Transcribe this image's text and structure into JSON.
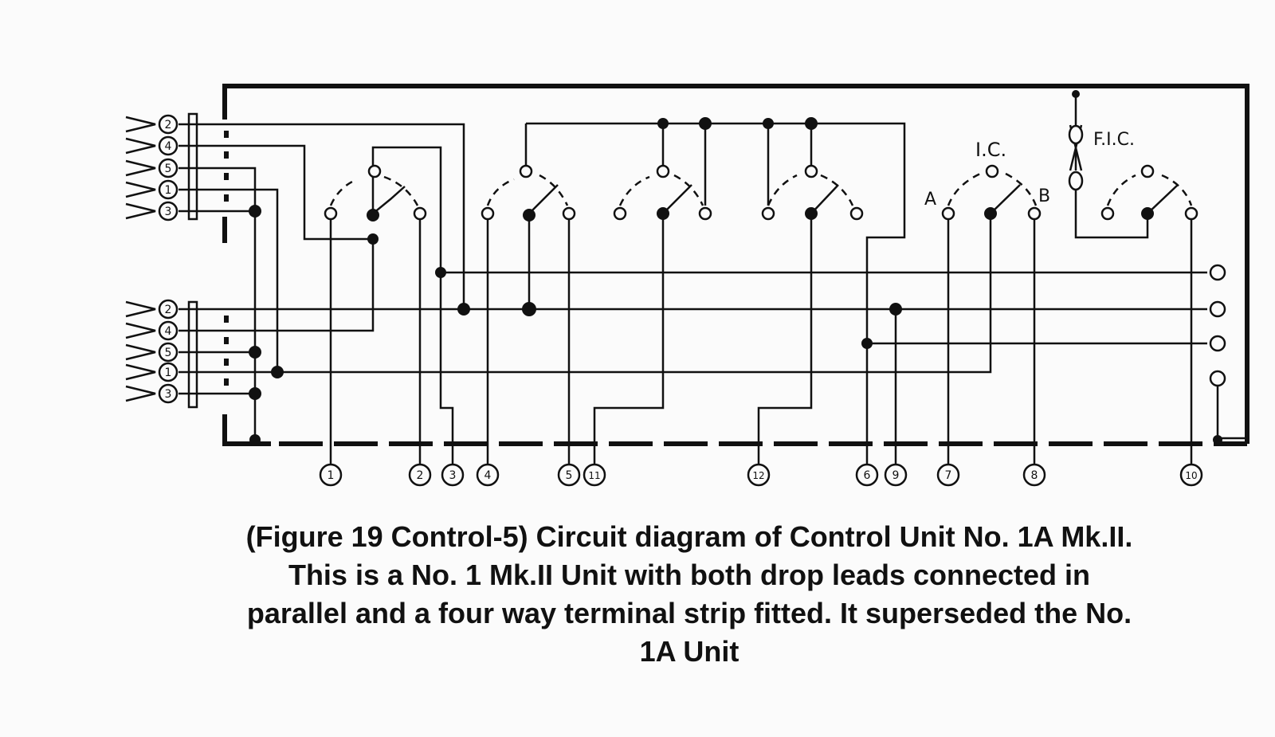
{
  "diagram": {
    "switch_labels": {
      "ic": "I.C.",
      "fic": "F.I.C.",
      "ic_a": "A",
      "ic_b": "B"
    },
    "lead_terminals_upper": [
      "2",
      "4",
      "5",
      "1",
      "3"
    ],
    "lead_terminals_lower": [
      "2",
      "4",
      "5",
      "1",
      "3"
    ],
    "bottom_terminals": [
      "1",
      "2",
      "3",
      "4",
      "5",
      "11",
      "12",
      "6",
      "9",
      "7",
      "8",
      "10"
    ]
  },
  "caption": {
    "line1": "(Figure 19 Control-5) Circuit diagram of Control Unit No. 1A Mk.II.",
    "line2": "This is a No. 1 Mk.II Unit with both drop leads connected in",
    "line3": "parallel and a four way terminal strip fitted. It superseded the No.",
    "line4": "1A Unit"
  }
}
